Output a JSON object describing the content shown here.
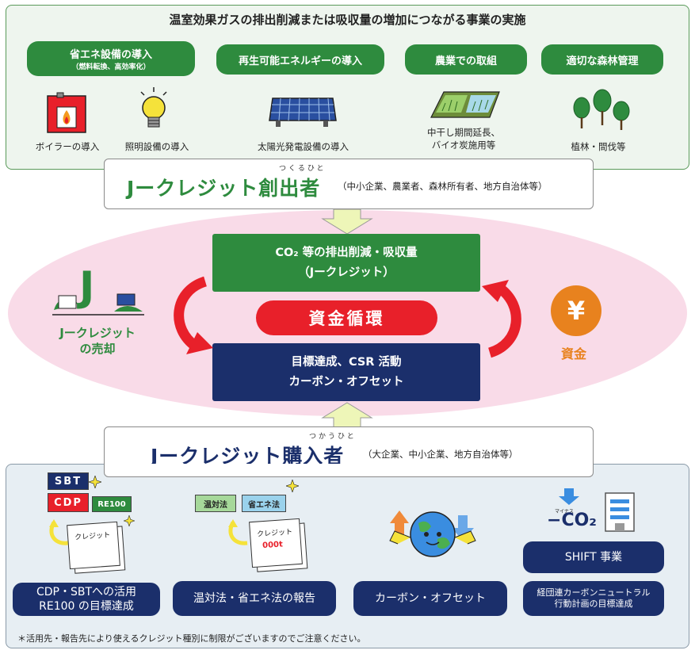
{
  "top": {
    "title": "温室効果ガスの排出削減または吸収量の増加につながる事業の実施",
    "categories": [
      {
        "label": "省エネ設備の導入",
        "sub": "（燃料転換、高効率化）"
      },
      {
        "label": "再生可能エネルギーの導入"
      },
      {
        "label": "農業での取組"
      },
      {
        "label": "適切な森林管理"
      }
    ],
    "captions": {
      "boiler": "ボイラーの導入",
      "lighting": "照明設備の導入",
      "solar": "太陽光発電設備の導入",
      "agri_line1": "中干し期間延長、",
      "agri_line2": "バイオ炭施用等",
      "forest": "植林・間伐等"
    }
  },
  "creator": {
    "title": "Jークレジット創出者",
    "ruby": "つくるひと",
    "paren": "（中小企業、農業者、森林所有者、地方自治体等）"
  },
  "middle": {
    "green_line1": "CO₂ 等の排出削減・吸収量",
    "green_line2": "（Jークレジット）",
    "red_pill": "資金循環",
    "navy_line1": "目標達成、CSR 活動",
    "navy_line2": "カーボン・オフセット",
    "left_label_line1": "Jークレジット",
    "left_label_line2": "の売却",
    "left_icon_letter": "J",
    "right_label": "資金",
    "yen": "¥"
  },
  "purchaser": {
    "title": "Jークレジット購入者",
    "ruby": "つかうひと",
    "paren": "（大企業、中小企業、地方自治体等）"
  },
  "bottom": {
    "tags": {
      "sbt": "SBT",
      "cdp": "CDP",
      "re100": "RE100",
      "ontai": "温対法",
      "shoene": "省エネ法"
    },
    "doc_label": "クレジット",
    "doc_amount": "000t",
    "co2_label": "CO₂",
    "minus_label": "マイナス",
    "shift_label": "SHIFT 事業",
    "pills": {
      "p1_line1": "CDP・SBTへの活用",
      "p1_line2": "RE100 の目標達成",
      "p2": "温対法・省エネ法の報告",
      "p3": "カーボン・オフセット",
      "p4_line1": "経団連カーボンニュートラル",
      "p4_line2": "行動計画の目標達成"
    },
    "footnote": "＊活用先・報告先により使えるクレジット種別に制限がございますのでご注意ください。"
  },
  "colors": {
    "green": "#2e8b3e",
    "navy": "#1b2f6b",
    "red": "#e8202a",
    "orange": "#e8821e",
    "pink": "#f9dbe8"
  }
}
